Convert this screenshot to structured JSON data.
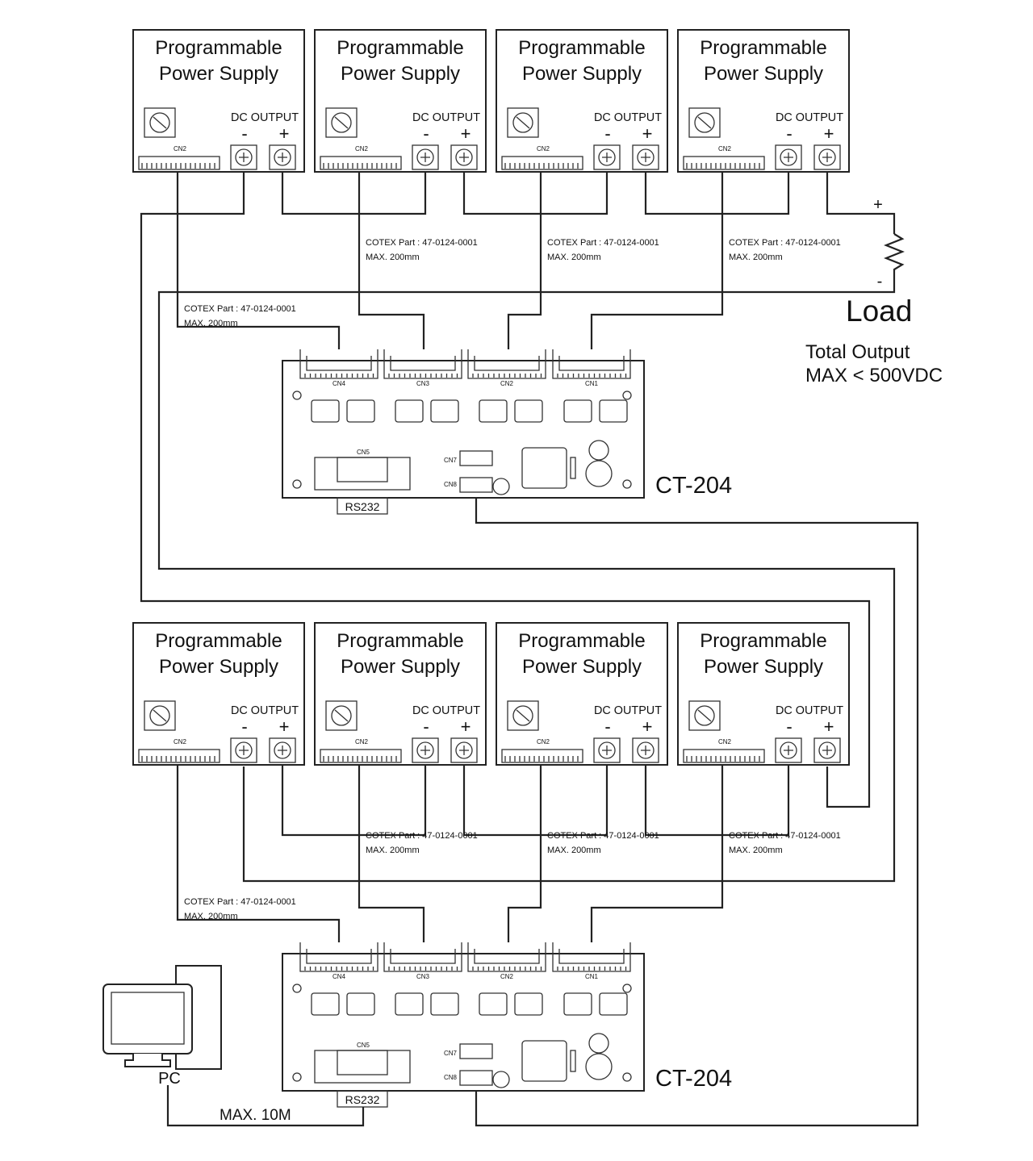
{
  "psu": {
    "title_line1": "Programmable",
    "title_line2": "Power Supply",
    "dc_output": "DC OUTPUT",
    "minus": "-",
    "plus": "+",
    "connector": "CN2"
  },
  "cable": {
    "part": "COTEX Part : 47-0124-0001",
    "max": "MAX. 200mm"
  },
  "board": {
    "name": "CT-204",
    "connectors": [
      "CN4",
      "CN3",
      "CN2",
      "CN1"
    ],
    "serial_connector": "CN5",
    "serial_label": "RS232",
    "cn7": "CN7",
    "cn8": "CN8"
  },
  "load": {
    "label": "Load",
    "plus": "+",
    "minus": "-",
    "total_line1": "Total Output",
    "total_line2": "MAX < 500VDC"
  },
  "pc": {
    "label": "PC",
    "cable": "MAX. 10M"
  },
  "colors": {
    "line": "#222222",
    "background": "#ffffff"
  }
}
